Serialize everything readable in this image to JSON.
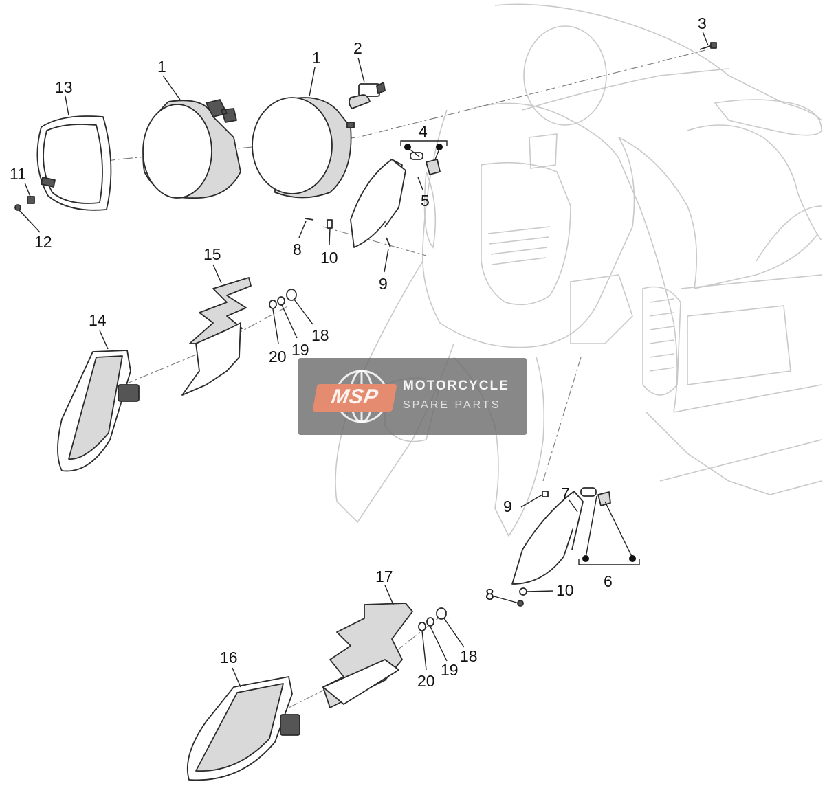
{
  "diagram": {
    "callouts": {
      "c1a": "1",
      "c1b": "1",
      "c2": "2",
      "c3": "3",
      "c4": "4",
      "c5": "5",
      "c6": "6",
      "c7": "7",
      "c8a": "8",
      "c8b": "8",
      "c9a": "9",
      "c9b": "9",
      "c10a": "10",
      "c10b": "10",
      "c11": "11",
      "c12": "12",
      "c13": "13",
      "c14": "14",
      "c15": "15",
      "c16": "16",
      "c17": "17",
      "c18a": "18",
      "c18b": "18",
      "c19a": "19",
      "c19b": "19",
      "c20a": "20",
      "c20b": "20"
    }
  },
  "watermark": {
    "badge": "MSP",
    "line1": "MOTORCYCLE",
    "line2": "SPARE PARTS"
  }
}
